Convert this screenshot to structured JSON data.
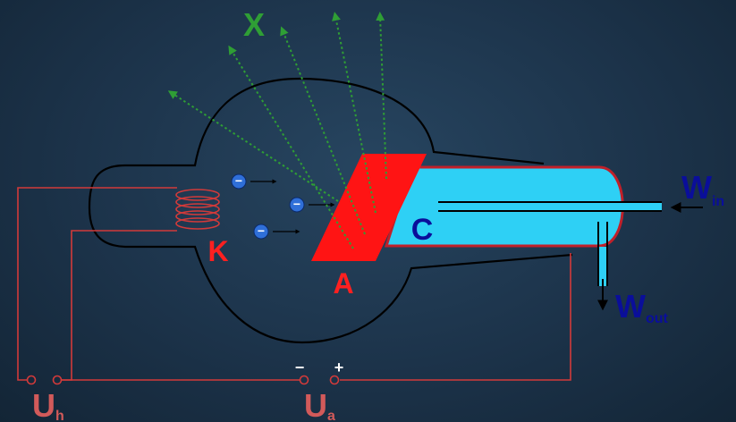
{
  "labels": {
    "x_rays": "X",
    "cathode": "K",
    "anode": "A",
    "cooling": "C",
    "water_in_main": "W",
    "water_in_sub": "in",
    "water_out_main": "W",
    "water_out_sub": "out",
    "heater_voltage_main": "U",
    "heater_voltage_sub": "h",
    "anode_voltage_main": "U",
    "anode_voltage_sub": "a",
    "minus": "−",
    "plus": "+",
    "electron": "−"
  },
  "colors": {
    "circuit": "#d23a3a",
    "anode": "#ff1414",
    "coolant": "#2ed0f5",
    "xray": "#2f9e35",
    "water": "#0b0fa0",
    "electron": "#2f6fd8",
    "label_red": "#ff2020",
    "label_green": "#2f9e35",
    "label_blue": "#0a0e9a",
    "label_rose": "#d25a5a"
  }
}
